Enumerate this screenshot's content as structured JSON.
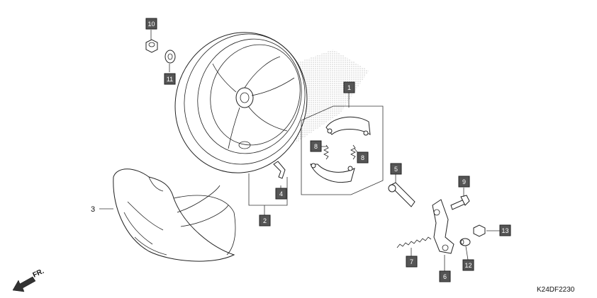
{
  "diagram": {
    "code": "K24DF2230",
    "front_label": "FR.",
    "callouts": [
      {
        "id": "c1",
        "label": "1"
      },
      {
        "id": "c2",
        "label": "2"
      },
      {
        "id": "c3",
        "label": "3"
      },
      {
        "id": "c4",
        "label": "4"
      },
      {
        "id": "c5",
        "label": "5"
      },
      {
        "id": "c6",
        "label": "6"
      },
      {
        "id": "c7",
        "label": "7"
      },
      {
        "id": "c8a",
        "label": "8"
      },
      {
        "id": "c8b",
        "label": "8"
      },
      {
        "id": "c9",
        "label": "9"
      },
      {
        "id": "c10",
        "label": "10"
      },
      {
        "id": "c11",
        "label": "11"
      },
      {
        "id": "c12",
        "label": "12"
      },
      {
        "id": "c13",
        "label": "13"
      }
    ]
  }
}
